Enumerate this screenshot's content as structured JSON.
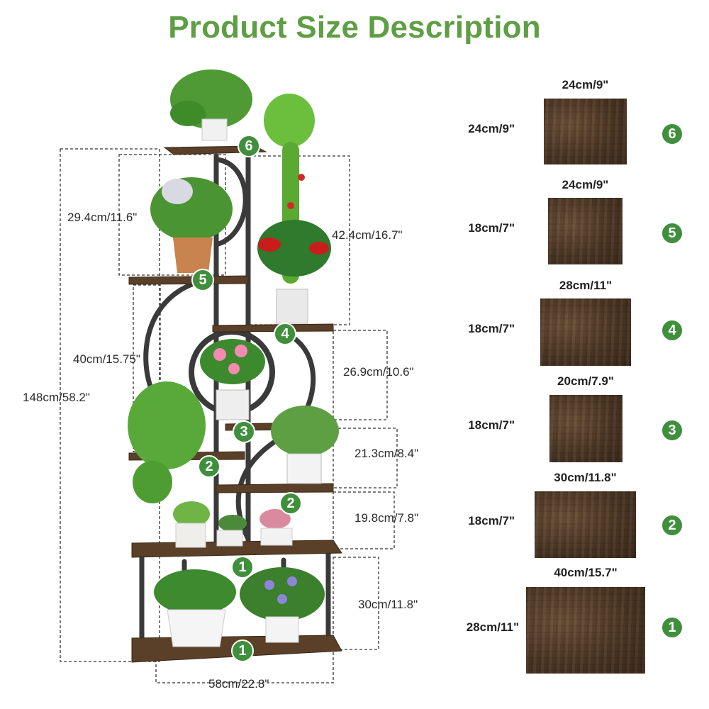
{
  "title": "Product Size Description",
  "dimensions": {
    "top_section_height": "29.4cm/11.6\"",
    "tier5_to_4_height": "42.4cm/16.7\"",
    "tier5_to_3_height": "40cm/15.75\"",
    "tier4_to_3_height": "26.9cm/10.6\"",
    "total_height": "148cm/58.2\"",
    "tier3_to_2_height": "21.3cm/8.4\"",
    "tier2_to_1_height": "19.8cm/7.8\"",
    "bottom_height": "30cm/11.8\"",
    "base_width": "58cm/22.8\""
  },
  "stand_badges": [
    "6",
    "5",
    "4",
    "3",
    "2",
    "2",
    "1",
    "1"
  ],
  "shelves": [
    {
      "number": "6",
      "width": "24cm/9\"",
      "depth": "24cm/9\""
    },
    {
      "number": "5",
      "width": "24cm/9\"",
      "depth": "18cm/7\""
    },
    {
      "number": "4",
      "width": "28cm/11\"",
      "depth": "18cm/7\""
    },
    {
      "number": "3",
      "width": "20cm/7.9\"",
      "depth": "18cm/7\""
    },
    {
      "number": "2",
      "width": "30cm/11.8\"",
      "depth": "18cm/7\""
    },
    {
      "number": "1",
      "width": "40cm/15.7\"",
      "depth": "28cm/11\""
    }
  ],
  "colors": {
    "title_green": "#5e9e44",
    "badge_green": "#3f8f3c",
    "wood": "#5a4028",
    "frame": "#3a3a3a",
    "leaf": "#4f9a35"
  }
}
